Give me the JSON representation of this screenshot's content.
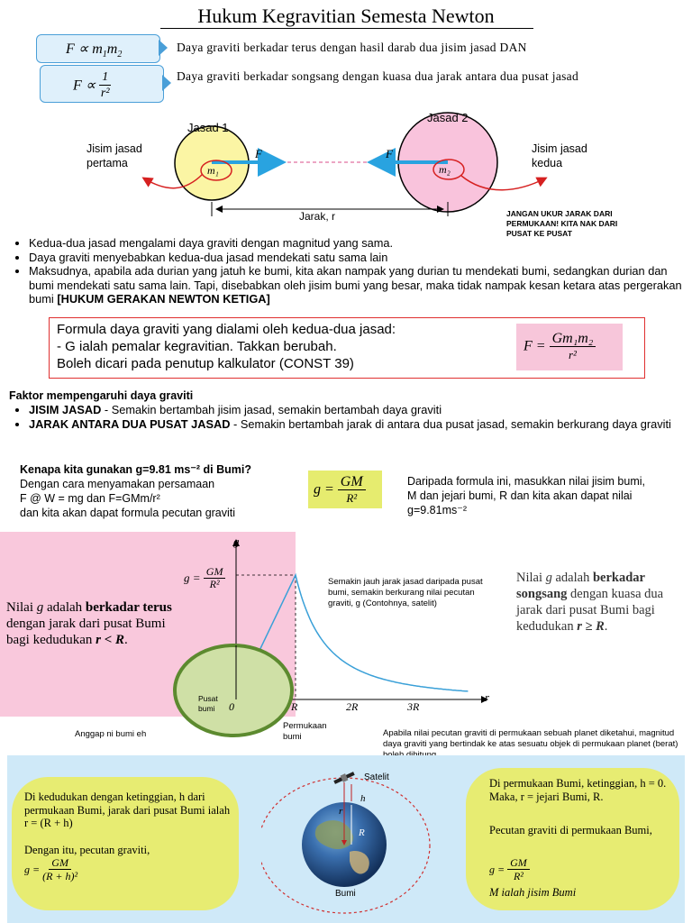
{
  "title": "Hukum Kegravitian Semesta Newton",
  "proportional": {
    "f1_lhs": "F ∝ m",
    "f1_sub1": "1",
    "f1_m2": "m",
    "f1_sub2": "2",
    "f1_desc": "Daya graviti berkadar terus dengan hasil darab dua jisim jasad DAN",
    "f2_lhs": "F ∝",
    "f2_num": "1",
    "f2_den": "r²",
    "f2_desc": "Daya graviti berkadar songsang dengan kuasa dua jarak antara dua pusat jasad"
  },
  "diagram": {
    "body1_label": "Jasad 1",
    "body2_label": "Jasad 2",
    "m1": "m₁",
    "m2": "m₂",
    "force": "F",
    "mass1_note": "Jisim jasad pertama",
    "mass2_note": "Jisim jasad kedua",
    "distance": "Jarak, r",
    "warning": "JANGAN UKUR JARAK DARI PERMUKAAN! KITA NAK DARI PUSAT KE PUSAT",
    "colors": {
      "body1": "#fbf5a4",
      "body2": "#f9c3dc",
      "arrow": "#29a3e0",
      "curve": "#d62020"
    }
  },
  "bullets1": [
    "Kedua-dua jasad mengalami daya graviti dengan magnitud yang sama.",
    "Daya graviti menyebabkan kedua-dua jasad mendekati satu sama lain",
    "Maksudnya, apabila ada durian yang jatuh ke bumi, kita akan nampak yang durian tu mendekati bumi, sedangkan durian dan bumi mendekati satu sama lain. Tapi, disebabkan oleh jisim bumi yang besar, maka tidak nampak kesan ketara atas pergerakan bumi"
  ],
  "bullets1_bold_tail": "[HUKUM GERAKAN NEWTON KETIGA]",
  "formula_box": {
    "line1": "Formula daya graviti yang dialami oleh kedua-dua jasad:",
    "line2": "- G ialah pemalar kegravitian. Takkan berubah.",
    "line3": "Boleh dicari pada penutup kalkulator (CONST 39)",
    "lhs": "F =",
    "num": "Gm₁m₂",
    "den": "r²"
  },
  "factors": {
    "heading": "Faktor mempengaruhi daya graviti",
    "items": [
      {
        "bold": "JISIM JASAD",
        "rest": " - Semakin bertambah jisim jasad, semakin bertambah daya graviti"
      },
      {
        "bold": "JARAK ANTARA DUA PUSAT JASAD",
        "rest": " - Semakin bertambah jarak di antara dua pusat jasad, semakin berkurang daya graviti"
      }
    ]
  },
  "why": {
    "heading": "Kenapa kita gunakan g=9.81 ms⁻² di Bumi?",
    "l1": "Dengan cara menyamakan persamaan",
    "l2": "F @ W = mg dan F=GMm/r²",
    "l3": "dan kita akan dapat formula pecutan graviti",
    "g_lhs": "g =",
    "g_num": "GM",
    "g_den": "R²",
    "right": "Daripada formula ini, masukkan nilai jisim bumi, M dan jejari bumi, R dan kita akan dapat nilai g=9.81ms⁻²"
  },
  "graph": {
    "y_axis": "g",
    "x_axis": "r",
    "g_lhs": "g =",
    "g_num": "GM",
    "g_den": "R²",
    "ticks": [
      "0",
      "R",
      "2R",
      "3R"
    ],
    "left_text_pre": "Nilai ",
    "left_text_g": "g",
    "left_text_mid": " adalah ",
    "left_text_bold": "berkadar terus",
    "left_text_post": " dengan jarak dari pusat Bumi bagi kedudukan ",
    "left_cond": "r < R",
    "mid_note": "Semakin jauh jarak jasad daripada pusat bumi, semakin berkurang nilai pecutan graviti, g (Contohnya, satelit)",
    "right_pre": "Nilai ",
    "right_g": "g",
    "right_mid": " adalah ",
    "right_bold": "berkadar songsang",
    "right_post": " dengan kuasa dua jarak dari pusat Bumi bagi kedudukan ",
    "right_cond": "r ≥ R",
    "pusat": "Pusat bumi",
    "anggap": "Anggap ni bumi eh",
    "permukaan": "Permukaan bumi",
    "apabila": "Apabila nilai pecutan graviti di permukaan sebuah planet diketahui, magnitud daya graviti yang bertindak ke atas sesuatu objek di permukaan planet (berat) boleh dihitung",
    "colors": {
      "pink": "#f9c8dc",
      "earth": "#cfe0a6",
      "earth_border": "#5c8a2f",
      "curve": "#3aa0d8"
    }
  },
  "bottom": {
    "left1": "Di kedudukan dengan ketinggian, h dari permukaan Bumi, jarak dari pusat Bumi ialah r = (R + h)",
    "left2": "Dengan itu, pecutan graviti,",
    "left_g": "g =",
    "left_num": "GM",
    "left_den": "(R + h)²",
    "satelit": "Satelit",
    "h": "h",
    "r": "r",
    "R": "R",
    "bumi": "Bumi",
    "right1": "Di permukaan Bumi, ketinggian, h = 0. Maka, r = jejari Bumi, R.",
    "right2": "Pecutan graviti di permukaan Bumi,",
    "right_g": "g =",
    "right_num": "GM",
    "right_den": "R²",
    "right3": "M ialah jisim Bumi"
  }
}
